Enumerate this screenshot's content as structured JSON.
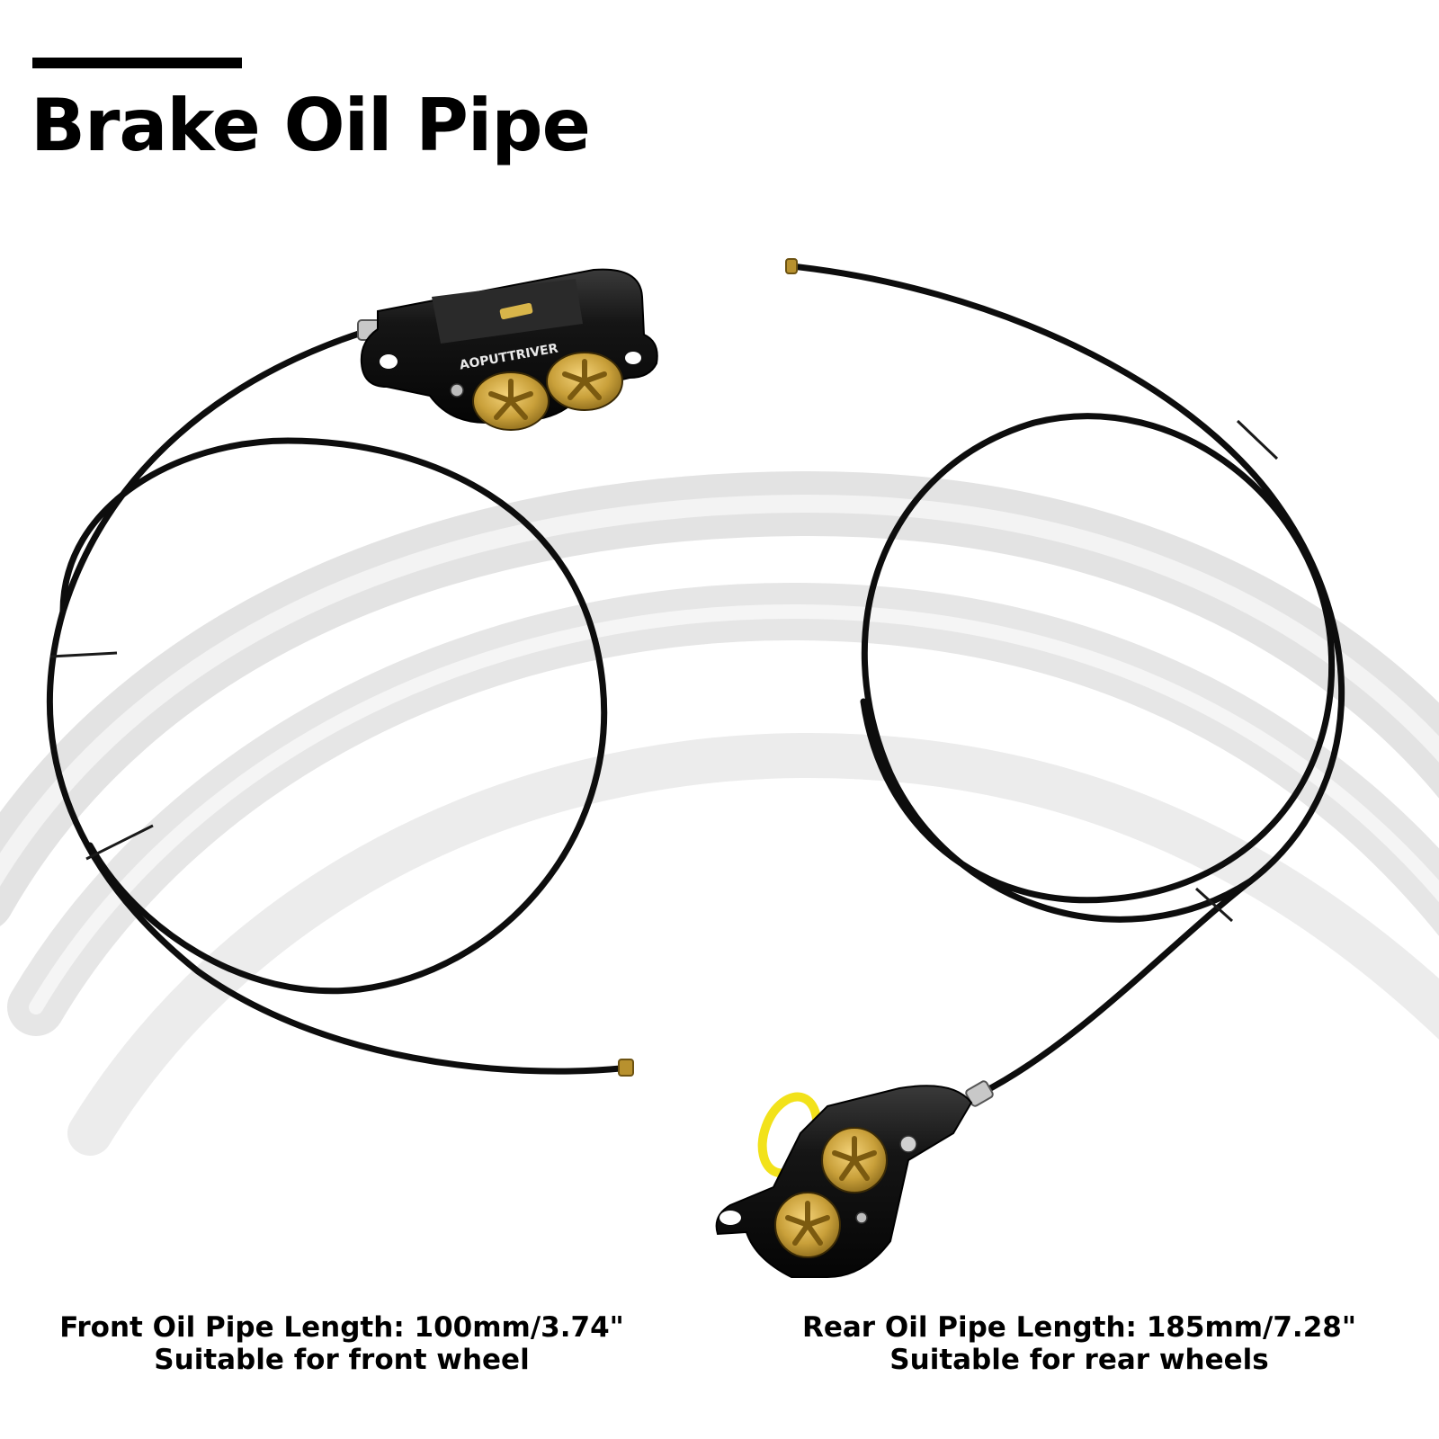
{
  "title": "Brake Oil Pipe",
  "front": {
    "brand": "AOPUTTRIVER",
    "length_text": "Front Oil Pipe Length: 100mm/3.74\"",
    "usage_text": "Suitable for front wheel"
  },
  "rear": {
    "length_text": "Rear Oil Pipe Length: 185mm/7.28\"",
    "usage_text": "Suitable for rear wheels"
  },
  "colors": {
    "hose": "#0d0d0d",
    "caliper": "#111111",
    "piston_gold": "#c9a03a",
    "bleed_ring": "#f2e21a",
    "background_hose": "#e6e6e6"
  }
}
